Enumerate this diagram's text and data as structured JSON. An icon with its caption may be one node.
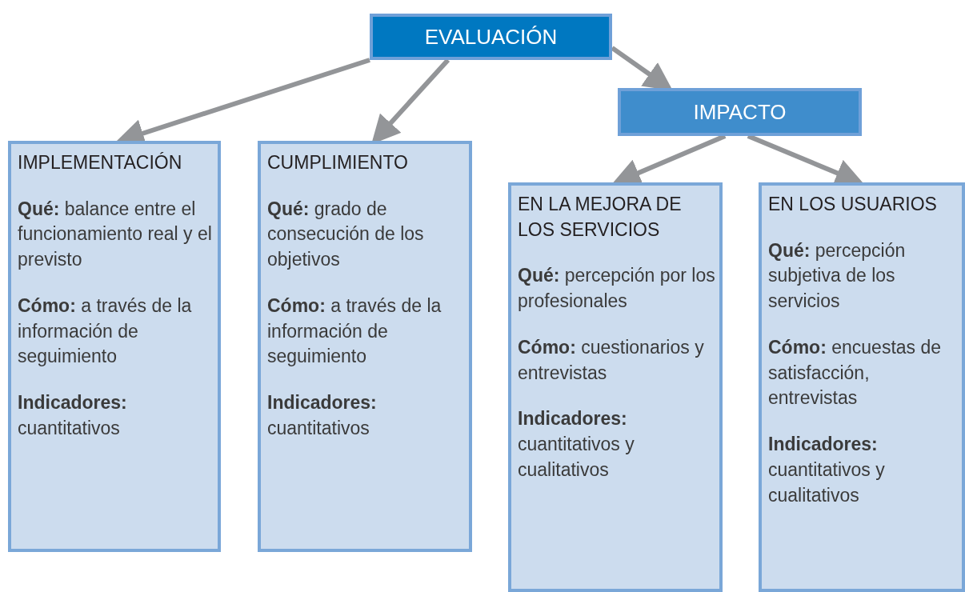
{
  "diagram": {
    "nodes": [
      {
        "text": [
          "EVALUACIÓN"
        ]
      },
      {
        "text": [
          "IMPLEMENTACIÓN",
          "**Qué:** balance entre el funcionamiento real y  el previsto",
          "**Cómo:** a través de la información de seguimiento",
          "**Indicadores:** cuantitativos"
        ]
      },
      {
        "text": [
          "CUMPLIMIENTO",
          "**Qué:** grado de consecución de los objetivos",
          "**Cómo:** a través de la información de seguimiento",
          "**Indicadores:** cuantitativos"
        ]
      },
      {
        "text": [
          "IMPACTO"
        ]
      },
      {
        "text": [
          "EN LA MEJORA DE LOS SERVICIOS",
          "**Qué:** percepción por los profesionales",
          "**Cómo:** cuestionarios y entrevistas",
          "**Indicadores:** cuantitativos y cualitativos"
        ]
      },
      {
        "text": [
          "EN LOS USUARIOS",
          "**Qué:** percepción subjetiva de los servicios",
          "**Cómo:** encuestas de satisfacción, entrevistas",
          "**Indicadores:** cuantitativos y cualitativos"
        ]
      }
    ],
    "edges": [
      {
        "from": 0,
        "to": 1,
        "arrow": "to"
      },
      {
        "from": 0,
        "to": 2,
        "arrow": "to"
      },
      {
        "from": 0,
        "to": 3,
        "arrow": "to"
      },
      {
        "from": 3,
        "to": 4,
        "arrow": "to"
      },
      {
        "from": 3,
        "to": 5,
        "arrow": "to"
      }
    ]
  }
}
